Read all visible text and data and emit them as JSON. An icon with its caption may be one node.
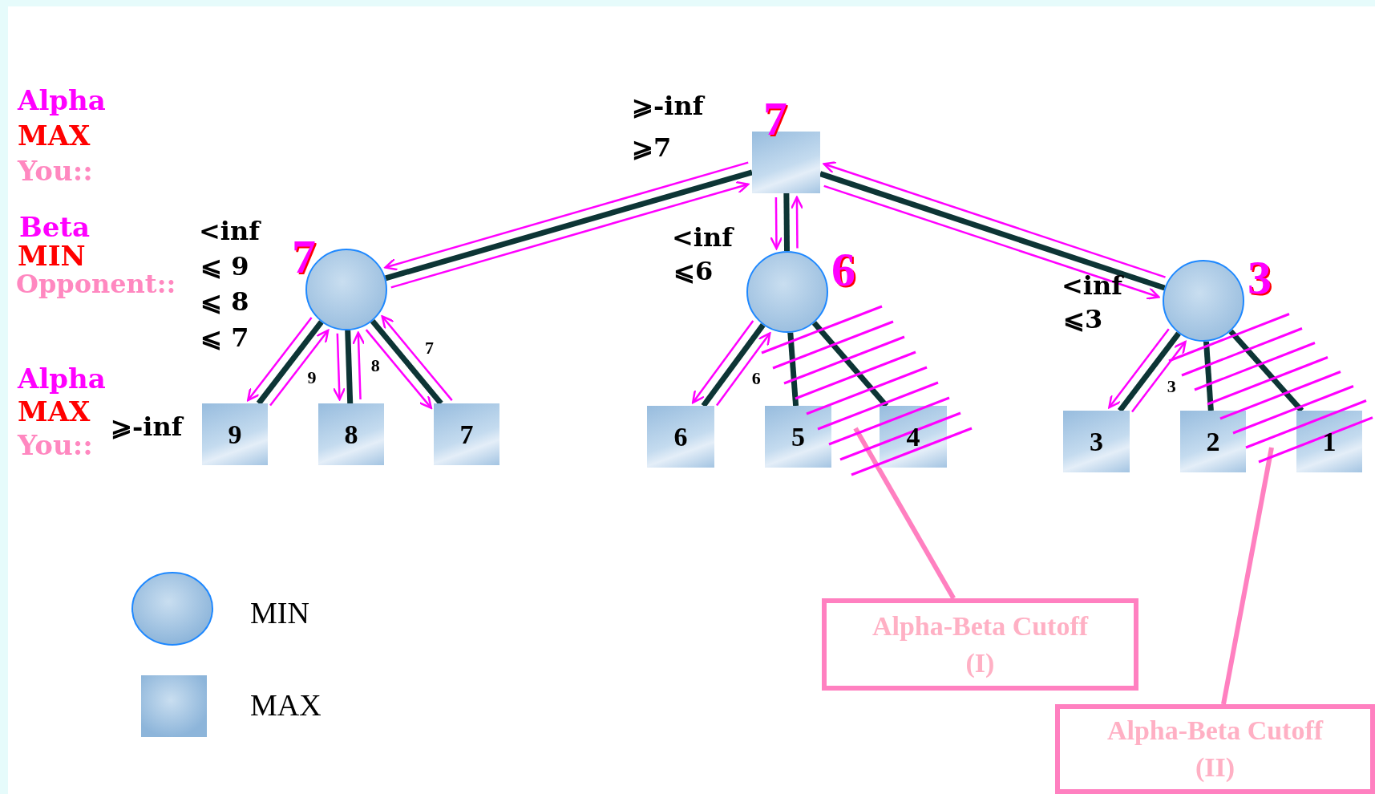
{
  "diagram": {
    "nodes": [
      {
        "text": [],
        "shape": "box",
        "beside": [
          "7"
        ]
      },
      {
        "text": [],
        "shape": "circle",
        "beside": [
          "7"
        ]
      },
      {
        "text": [],
        "shape": "circle",
        "beside": [
          "6"
        ]
      },
      {
        "text": [],
        "shape": "circle",
        "beside": [
          "3"
        ]
      },
      {
        "text": [
          "9"
        ],
        "beside": [
          "⩾-inf"
        ]
      },
      {
        "text": [
          "8"
        ]
      },
      {
        "text": [
          "7"
        ]
      },
      {
        "text": [
          "6"
        ]
      },
      {
        "text": [
          "5"
        ]
      },
      {
        "text": [
          "4"
        ]
      },
      {
        "text": [
          "3"
        ]
      },
      {
        "text": [
          "2"
        ]
      },
      {
        "text": [
          "1"
        ]
      },
      {
        "text": [
          "Alpha-Beta Cutoff",
          "(I)"
        ]
      },
      {
        "text": [
          "Alpha-Beta Cutoff",
          "(II)"
        ]
      }
    ],
    "edges": [
      {
        "from": 0,
        "to": 1,
        "arrow": "none",
        "style": "thick",
        "color": "#0d3535"
      },
      {
        "from": 0,
        "to": 2,
        "arrow": "none",
        "style": "thick",
        "color": "#0d3535"
      },
      {
        "from": 0,
        "to": 3,
        "arrow": "none",
        "style": "thick",
        "color": "#0d3535"
      },
      {
        "from": 1,
        "to": 4,
        "arrow": "none",
        "style": "thick",
        "color": "#0d3535"
      },
      {
        "from": 1,
        "to": 5,
        "arrow": "none",
        "style": "thick",
        "color": "#0d3535"
      },
      {
        "from": 1,
        "to": 6,
        "arrow": "none",
        "style": "thick",
        "color": "#0d3535"
      },
      {
        "from": 2,
        "to": 7,
        "arrow": "none",
        "style": "thick",
        "color": "#0d3535"
      },
      {
        "from": 2,
        "to": 8,
        "arrow": "none",
        "style": "thick",
        "color": "#0d3535"
      },
      {
        "from": 2,
        "to": 9,
        "arrow": "none",
        "style": "thick",
        "color": "#0d3535"
      },
      {
        "from": 3,
        "to": 10,
        "arrow": "none",
        "style": "thick",
        "color": "#0d3535"
      },
      {
        "from": 3,
        "to": 11,
        "arrow": "none",
        "style": "thick",
        "color": "#0d3535"
      },
      {
        "from": 3,
        "to": 12,
        "arrow": "none",
        "style": "thick",
        "color": "#0d3535"
      },
      {
        "from": 0,
        "to": 1,
        "arrow": "to",
        "color": "#ff00ff"
      },
      {
        "from": 1,
        "to": 0,
        "arrow": "to",
        "color": "#ff00ff"
      },
      {
        "from": 0,
        "to": 2,
        "arrow": "to",
        "color": "#ff00ff"
      },
      {
        "from": 2,
        "to": 0,
        "arrow": "to",
        "color": "#ff00ff"
      },
      {
        "from": 0,
        "to": 3,
        "arrow": "to",
        "color": "#ff00ff"
      },
      {
        "from": 3,
        "to": 0,
        "arrow": "to",
        "color": "#ff00ff"
      },
      {
        "from": 1,
        "to": 4,
        "arrow": "to",
        "color": "#ff00ff"
      },
      {
        "from": 4,
        "to": 1,
        "arrow": "to",
        "color": "#ff00ff",
        "label": "9"
      },
      {
        "from": 1,
        "to": 5,
        "arrow": "to",
        "color": "#ff00ff"
      },
      {
        "from": 5,
        "to": 1,
        "arrow": "to",
        "color": "#ff00ff",
        "label": "8"
      },
      {
        "from": 1,
        "to": 6,
        "arrow": "to",
        "color": "#ff00ff"
      },
      {
        "from": 6,
        "to": 1,
        "arrow": "to",
        "color": "#ff00ff",
        "label": "7"
      },
      {
        "from": 2,
        "to": 7,
        "arrow": "to",
        "color": "#ff00ff"
      },
      {
        "from": 7,
        "to": 2,
        "arrow": "to",
        "color": "#ff00ff",
        "label": "6"
      },
      {
        "from": 3,
        "to": 10,
        "arrow": "to",
        "color": "#ff00ff"
      },
      {
        "from": 10,
        "to": 3,
        "arrow": "to",
        "color": "#ff00ff",
        "label": "3"
      },
      {
        "from": 13,
        "to": null,
        "arrow": "none",
        "color": "#ff80c0",
        "style": "thick"
      },
      {
        "from": 14,
        "to": null,
        "arrow": "none",
        "color": "#ff80c0",
        "style": "thick"
      }
    ],
    "labels": [
      "Alpha",
      "MAX",
      "You::",
      "Beta",
      "MIN",
      "Opponent::",
      "<inf",
      "⩽ 9",
      "⩽ 8",
      "⩽ 7",
      "Alpha",
      "MAX",
      "You::",
      "⩾-inf",
      "⩾7",
      "<inf",
      "⩽6",
      "<inf",
      "⩽3"
    ],
    "legend": [
      {
        "text": "MIN"
      },
      {
        "text": "MAX"
      }
    ]
  }
}
